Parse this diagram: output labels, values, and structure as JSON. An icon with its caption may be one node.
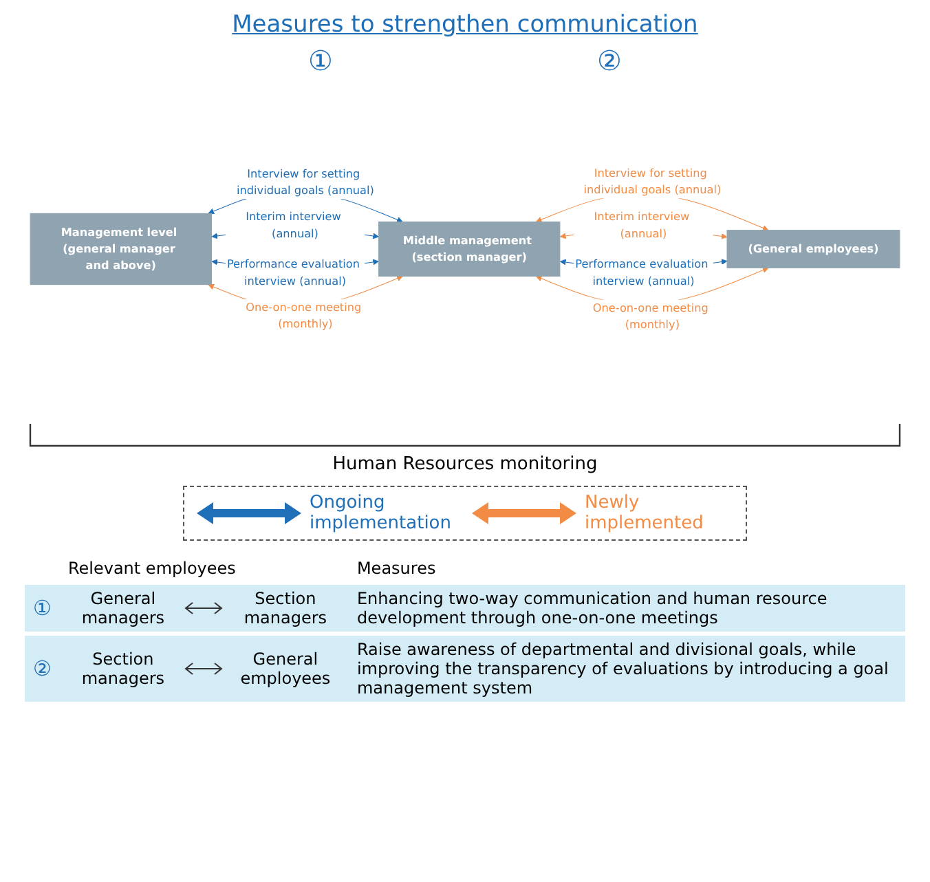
{
  "diagram": {
    "title": "Measures to strengthen communication",
    "nodes": [
      {
        "text": [
          "Management level (general manager and above)"
        ]
      },
      {
        "text": [
          "Middle management (section manager)"
        ]
      },
      {
        "text": [
          "(General employees)"
        ]
      }
    ],
    "edges": [
      {
        "from": 0,
        "to": 1,
        "arrow": "both",
        "color": "#1f6fb8",
        "label": "Interview for setting individual goals (annual)"
      },
      {
        "from": 0,
        "to": 1,
        "arrow": "both",
        "color": "#1f6fb8",
        "label": "Interim interview (annual)"
      },
      {
        "from": 0,
        "to": 1,
        "arrow": "both",
        "color": "#1f6fb8",
        "label": "Performance evaluation interview (annual)"
      },
      {
        "from": 0,
        "to": 1,
        "arrow": "both",
        "color": "#f28c45",
        "label": "One-on-one meeting (monthly)"
      },
      {
        "from": 1,
        "to": 2,
        "arrow": "both",
        "color": "#f28c45",
        "label": "Interview for setting individual goals (annual)"
      },
      {
        "from": 1,
        "to": 2,
        "arrow": "both",
        "color": "#f28c45",
        "label": "Interim interview (annual)"
      },
      {
        "from": 1,
        "to": 2,
        "arrow": "both",
        "color": "#1f6fb8",
        "label": "Performance evaluation interview (annual)"
      },
      {
        "from": 1,
        "to": 2,
        "arrow": "both",
        "color": "#f28c45",
        "label": "One-on-one meeting (monthly)"
      }
    ],
    "labels": [
      "①",
      "②",
      "Human Resources monitoring",
      "Relevant employees",
      "Measures",
      "①",
      "General managers",
      "Section managers",
      "Enhancing two-way communication and human resource development through one-on-one meetings",
      "②",
      "Section managers",
      "General employees",
      "Raise awareness of departmental and divisional goals, while improving the transparency of evaluations by introducing a goal management system"
    ],
    "legend": [
      {
        "text": "Ongoing implementation",
        "color": "#1f6fb8"
      },
      {
        "text": "Newly implemented",
        "color": "#f28c45"
      }
    ]
  }
}
